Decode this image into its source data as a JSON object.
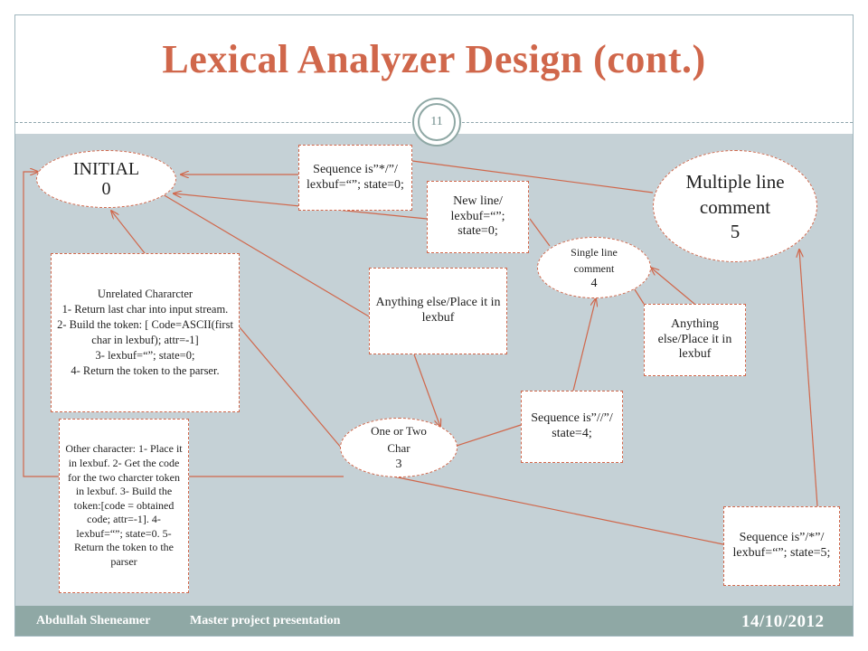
{
  "slide": {
    "title": "Lexical Analyzer Design (cont.)",
    "number": "11",
    "footer_author": "Abdullah Sheneamer",
    "footer_presentation": "Master project presentation",
    "footer_date": "14/10/2012"
  },
  "states": {
    "initial": {
      "label": "INITIAL",
      "number": "0"
    },
    "one_two_char": {
      "label": "One or Two Char",
      "number": "3"
    },
    "single_line": {
      "label": "Single line comment",
      "number": "4"
    },
    "multi_line": {
      "label": "Multiple line comment",
      "number": "5"
    }
  },
  "transitions": {
    "seq_star_slash": "Sequence is”*/”/ lexbuf=“”; state=0;",
    "new_line": "New line/ lexbuf=“”; state=0;",
    "anything_one": "Anything else/Place it in lexbuf",
    "anything_single": "Anything else/Place it in lexbuf",
    "seq_double_slash": "Sequence is”//”/ state=4;",
    "seq_slash_star": "Sequence is”/*”/ lexbuf=“”; state=5;",
    "unrelated": "Unrelated Chararcter\n1- Return last char into input stream.\n2- Build the token: [ Code=ASCII(first char in lexbuf); attr=-1]\n3- lexbuf=“”; state=0;\n4- Return the token to the parser.",
    "other": "Other character: 1- Place it in lexbuf. 2- Get the code for the two charcter token in lexbuf. 3- Build the token:[code = obtained code; attr=-1]. 4- lexbuf=“”; state=0. 5- Return the token to the parser"
  },
  "colors": {
    "title": "#d0674b",
    "edge": "#d0674b",
    "canvas": "#c5d1d6",
    "footer": "#8fa8a5"
  }
}
